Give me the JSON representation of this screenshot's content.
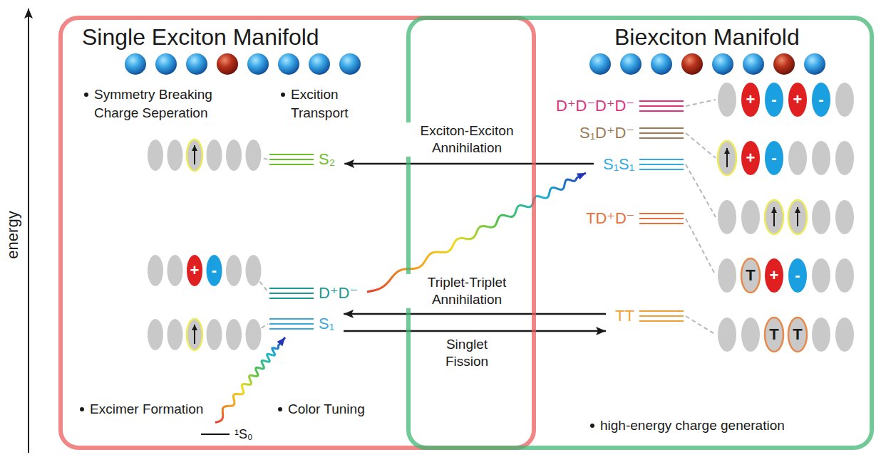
{
  "diagram": {
    "nodes": [
      {
        "text": [
          "Single Exciton Manifold"
        ]
      },
      {
        "text": [
          "S₂"
        ],
        "in": 0
      },
      {
        "text": [
          "D⁺D⁻"
        ],
        "in": 0
      },
      {
        "text": [
          "S₁"
        ],
        "in": 0
      },
      {
        "text": [
          "¹S₀"
        ],
        "in": 0
      },
      {
        "text": [
          "Biexciton Manifold"
        ]
      },
      {
        "text": [
          "D⁺D⁻D⁺D⁻"
        ],
        "in": 5
      },
      {
        "text": [
          "S₁D⁺D⁻"
        ],
        "in": 5
      },
      {
        "text": [
          "S₁S₁"
        ],
        "in": 5
      },
      {
        "text": [
          "TD⁺D⁻"
        ],
        "in": 5
      },
      {
        "text": [
          "TT"
        ],
        "in": 5
      }
    ],
    "edges": [
      {
        "from": 8,
        "to": 1,
        "arrow": "to",
        "label": "Exciton-Exciton Annihilation"
      },
      {
        "from": 10,
        "to": 3,
        "arrow": "to",
        "label": "Triplet-Triplet Annihilation"
      },
      {
        "from": 3,
        "to": 10,
        "arrow": "to",
        "label": "Singlet Fission"
      },
      {
        "from": 4,
        "to": 3,
        "arrow": "to"
      }
    ],
    "labels": [
      "energy",
      "Symmetry Breaking Charge Seperation",
      "Excition Transport",
      "Excimer Formation",
      "Color Tuning",
      "high-energy charge generation",
      "+",
      "-",
      "+",
      "-",
      "+",
      "-",
      "+",
      "-",
      "T",
      "+",
      "-",
      "T",
      "T"
    ]
  }
}
